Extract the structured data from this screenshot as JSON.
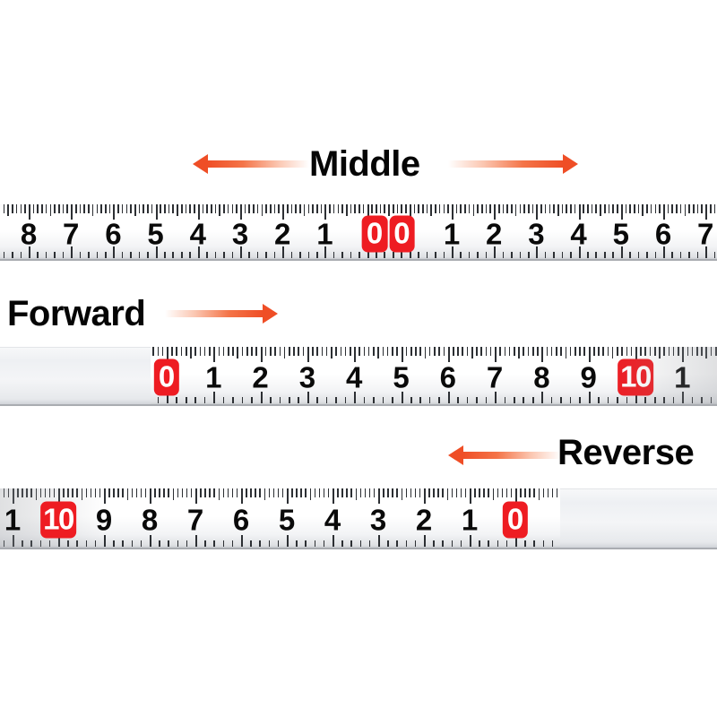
{
  "page": {
    "background": "#ffffff",
    "accent_color": "#ef4e26",
    "marker_color": "#ee1c22",
    "tape_body_color": "#ffffff",
    "tape_blank_color": "#eef0f3",
    "tick_color": "#2c2f33"
  },
  "sections": [
    {
      "id": "middle",
      "label": "Middle",
      "arrow_left": "arrow-left-icon",
      "arrow_right": "arrow-right-icon",
      "tape": {
        "type": "middle",
        "numbers": [
          "8",
          "7",
          "6",
          "5",
          "4",
          "3",
          "2",
          "1",
          "0",
          "0",
          "1",
          "2",
          "3",
          "4",
          "5",
          "6",
          "7"
        ],
        "red_indices": [
          8,
          9
        ],
        "blank_side": "none"
      }
    },
    {
      "id": "forward",
      "label": "Forward",
      "arrow_right": "arrow-right-icon",
      "tape": {
        "type": "forward",
        "numbers": [
          "0",
          "1",
          "2",
          "3",
          "4",
          "5",
          "6",
          "7",
          "8",
          "9",
          "10",
          "1"
        ],
        "red_indices": [
          0,
          10
        ],
        "blank_side": "left"
      }
    },
    {
      "id": "reverse",
      "label": "Reverse",
      "arrow_left": "arrow-left-icon",
      "tape": {
        "type": "reverse",
        "numbers": [
          "1",
          "10",
          "9",
          "8",
          "7",
          "6",
          "5",
          "4",
          "3",
          "2",
          "1",
          "0"
        ],
        "red_indices": [
          1,
          11
        ],
        "blank_side": "right"
      }
    }
  ]
}
